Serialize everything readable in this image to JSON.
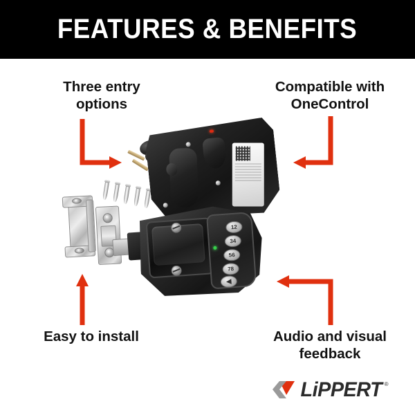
{
  "header": {
    "title": "FEATURES & BENEFITS",
    "background_color": "#000000",
    "text_color": "#ffffff"
  },
  "accent_color": "#E0300F",
  "callouts": [
    {
      "id": "three-entry-options",
      "text": "Three entry\noptions",
      "position": "top-left",
      "arrow": "down-then-right"
    },
    {
      "id": "compatible-onecontrol",
      "text": "Compatible with\nOneControl",
      "position": "top-right",
      "arrow": "down-then-left"
    },
    {
      "id": "easy-to-install",
      "text": "Easy to install",
      "position": "bottom-left",
      "arrow": "up"
    },
    {
      "id": "audio-visual-feedback",
      "text": "Audio and visual\nfeedback",
      "position": "bottom-right",
      "arrow": "up-then-left"
    }
  ],
  "product": {
    "name": "rv-entry-door-lock-exploded-view",
    "parts": [
      "keys",
      "mounting-screws",
      "strike-plate",
      "catch-bracket",
      "back-housing-plate",
      "front-lock-body-with-handle",
      "keypad"
    ],
    "keypad": {
      "buttons": [
        "12",
        "34",
        "56",
        "78"
      ],
      "extra_button_icon": "back-arrow-icon",
      "status_led_color": "#36D14A"
    },
    "back_plate": {
      "label_icon": "qr-code-icon",
      "indicator_led_color": "#E02B12"
    }
  },
  "logo": {
    "wordmark": "LiPPERT",
    "trademark": "®",
    "mark_colors": {
      "gray": "#9A9A9A",
      "red": "#E0300F"
    },
    "text_color": "#2B2B2B"
  }
}
